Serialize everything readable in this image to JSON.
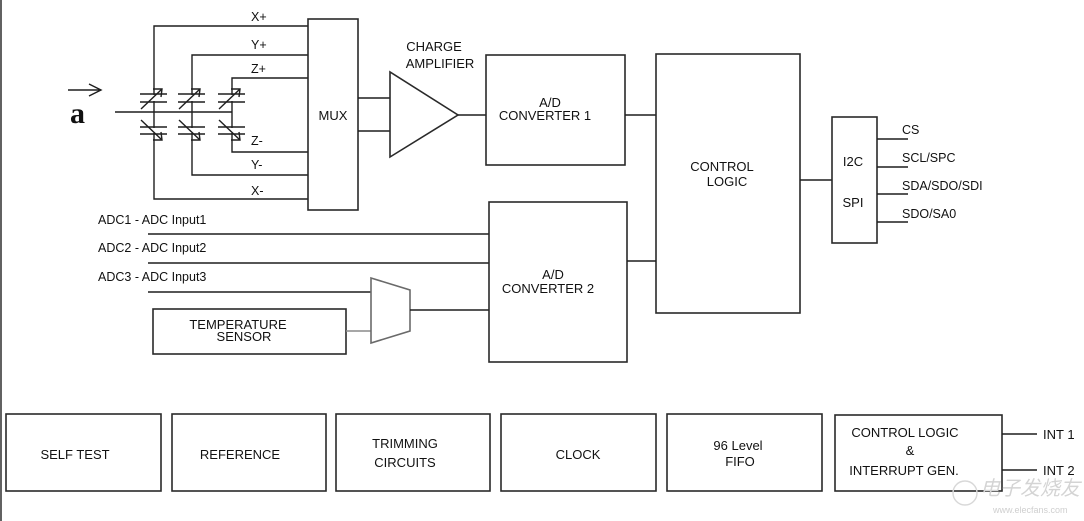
{
  "diagram": {
    "input_symbol": "a",
    "sense_lines": {
      "x_plus": "X+",
      "y_plus": "Y+",
      "z_plus": "Z+",
      "z_minus": "Z-",
      "y_minus": "Y-",
      "x_minus": "X-"
    },
    "mux": "MUX",
    "charge_amplifier": [
      "CHARGE",
      "AMPLIFIER"
    ],
    "adc1": [
      "A/D",
      "CONVERTER 1"
    ],
    "adc2": [
      "A/D",
      "CONVERTER 2"
    ],
    "control_logic": [
      "CONTROL",
      "LOGIC"
    ],
    "interface": {
      "top": "I2C",
      "bottom": "SPI"
    },
    "interface_pins": [
      "CS",
      "SCL/SPC",
      "SDA/SDO/SDI",
      "SDO/SA0"
    ],
    "adc_inputs": [
      "ADC1 - ADC Input1",
      "ADC2 - ADC Input2",
      "ADC3 - ADC Input3"
    ],
    "temperature_sensor": [
      "TEMPERATURE",
      "SENSOR"
    ],
    "bottom_blocks": [
      {
        "lines": [
          "SELF TEST"
        ]
      },
      {
        "lines": [
          "REFERENCE"
        ]
      },
      {
        "lines": [
          "TRIMMING",
          "CIRCUITS"
        ]
      },
      {
        "lines": [
          "CLOCK"
        ]
      },
      {
        "lines": [
          "96 Level",
          "FIFO"
        ]
      },
      {
        "lines": [
          "CONTROL LOGIC",
          "&",
          "INTERRUPT GEN."
        ]
      }
    ],
    "interrupt_pins": [
      "INT 1",
      "INT 2"
    ],
    "watermark": {
      "text": "电子发烧友",
      "url": "www.elecfans.com"
    }
  }
}
